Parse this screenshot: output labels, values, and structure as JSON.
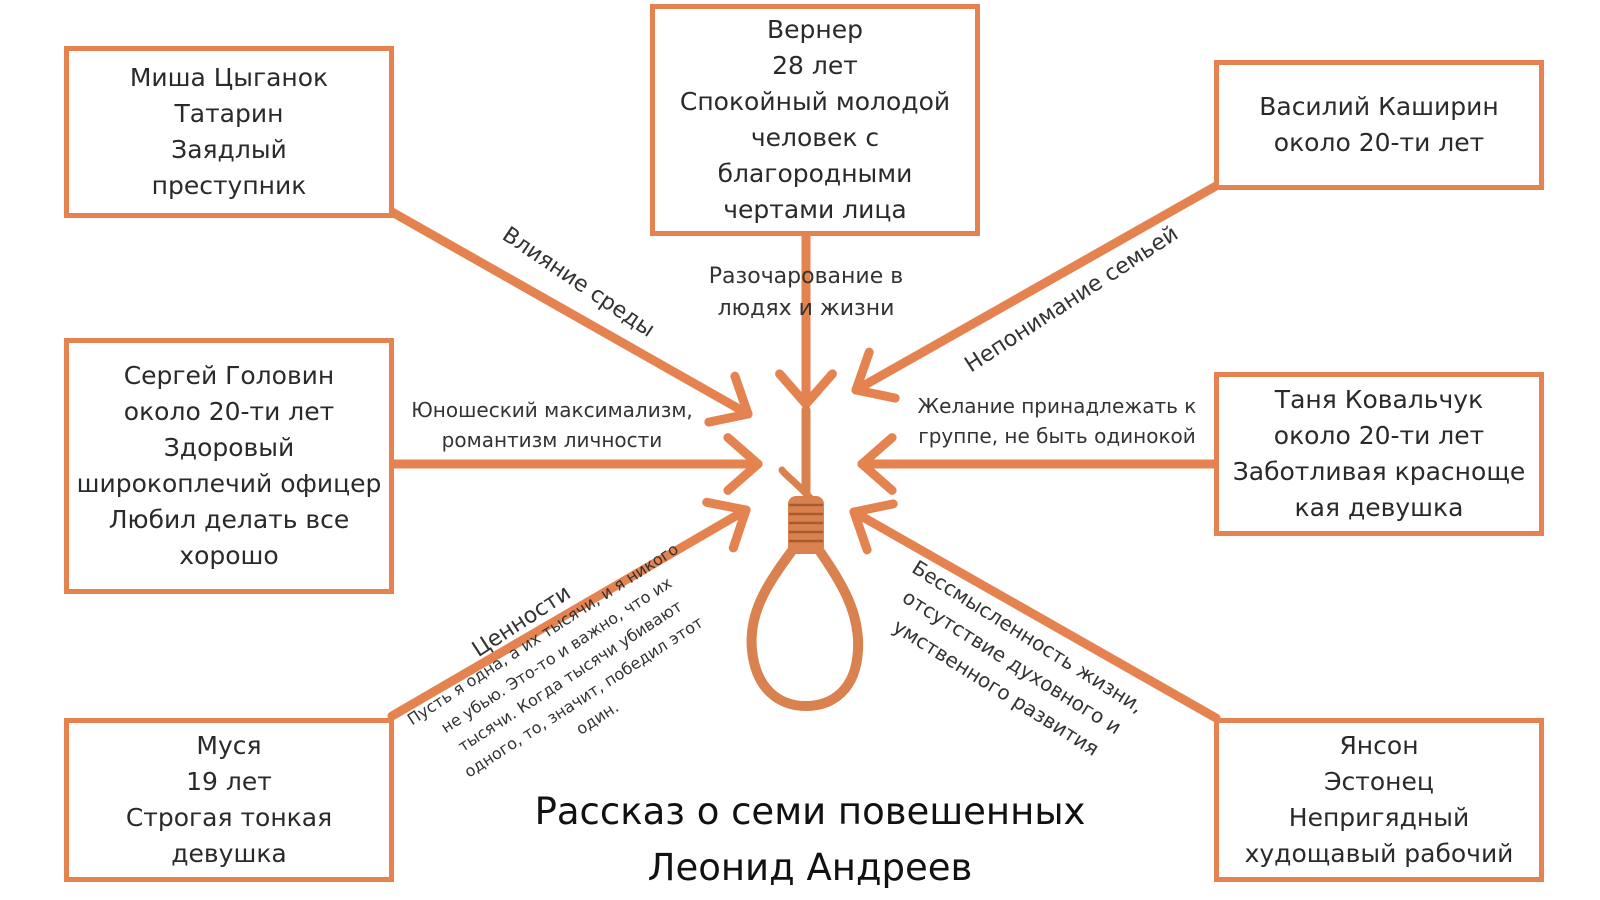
{
  "title": {
    "line1": "Рассказ о семи повешенных",
    "line2": "Леонид Андреев"
  },
  "characters": {
    "misha": {
      "lines": [
        "Миша Цыганок",
        "Татарин",
        "Заядлый",
        "преступник"
      ]
    },
    "werner": {
      "lines": [
        "Вернер",
        "28 лет",
        "Спокойный молодой",
        "человек с",
        "благородными",
        "чертами лица"
      ]
    },
    "vasily": {
      "lines": [
        "Василий Каширин",
        "около 20-ти лет"
      ]
    },
    "sergey": {
      "lines": [
        "Сергей Головин",
        "около 20-ти лет",
        "Здоровый",
        "широкоплечий офицер",
        "Любил делать все",
        "хорошо"
      ]
    },
    "tanya": {
      "lines": [
        "Таня Ковальчук",
        "около 20-ти лет",
        "Заботливая красноще",
        "кая девушка"
      ]
    },
    "musya": {
      "lines": [
        "Муся",
        "19 лет",
        "Строгая тонкая",
        "девушка"
      ]
    },
    "yanson": {
      "lines": [
        "Янсон",
        "Эстонец",
        "Непригядный",
        "худощавый рабочий"
      ]
    }
  },
  "motives": {
    "misha": {
      "lines": [
        "Влияние среды"
      ]
    },
    "werner": {
      "lines": [
        "Разочарование в",
        "людях и жизни"
      ]
    },
    "vasily": {
      "lines": [
        "Непонимание семьей"
      ]
    },
    "sergey": {
      "lines": [
        "Юношеский максимализм,",
        "романтизм личности"
      ]
    },
    "tanya": {
      "lines": [
        "Желание принадлежать к",
        "группе, не быть одинокой"
      ]
    },
    "musya": {
      "lines": [
        "Ценности"
      ]
    },
    "musya_quote": {
      "lines": [
        "Пусть я одна, а их тысячи, и я никого",
        "не убью. Это-то и важно, что их",
        "тысячи. Когда тысячи убивают",
        "одного, то, значит, победил этот",
        "один."
      ]
    },
    "yanson": {
      "lines": [
        "Бессмысленность жизни,",
        "отсутствие духовного и",
        "умственного развития"
      ]
    }
  },
  "colors": {
    "accent": "#E4834F",
    "rope": "#D9824F",
    "rope_dark": "#A85A30"
  },
  "icons": {
    "center": "noose-icon"
  }
}
